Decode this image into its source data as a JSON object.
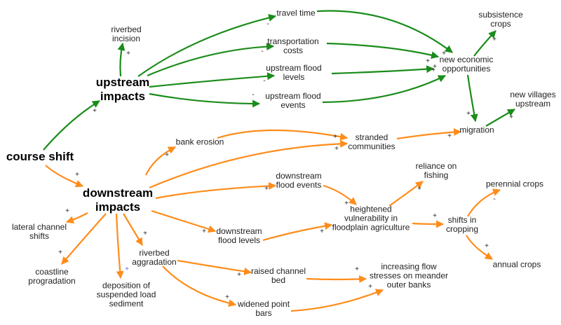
{
  "colors": {
    "upstream": "#1a8c1a",
    "downstream": "#ff8c1a",
    "text": "#222222"
  },
  "nodes": [
    {
      "id": "course_shift",
      "label": "course shift",
      "major": true
    },
    {
      "id": "upstream_impacts",
      "label": "upstream\nimpacts",
      "major": true
    },
    {
      "id": "downstream_impacts",
      "label": "downstream\nimpacts",
      "major": true
    },
    {
      "id": "riverbed_incision",
      "label": "riverbed\nincision"
    },
    {
      "id": "travel_time",
      "label": "travel time"
    },
    {
      "id": "transportation_costs",
      "label": "transportation\ncosts"
    },
    {
      "id": "upstream_flood_levels",
      "label": "upstream flood\nlevels"
    },
    {
      "id": "upstream_flood_events",
      "label": "upstream flood\nevents"
    },
    {
      "id": "new_economic_opportunities",
      "label": "new economic\nopportunities"
    },
    {
      "id": "subsistence_crops",
      "label": "subsistence\ncrops"
    },
    {
      "id": "new_villages_upstream",
      "label": "new villages\nupstream"
    },
    {
      "id": "migration",
      "label": "migration"
    },
    {
      "id": "bank_erosion",
      "label": "bank erosion"
    },
    {
      "id": "stranded_communities",
      "label": "stranded\ncommunities"
    },
    {
      "id": "downstream_flood_events",
      "label": "downstream\nflood events"
    },
    {
      "id": "reliance_on_fishing",
      "label": "reliance on\nfishing"
    },
    {
      "id": "perennial_crops",
      "label": "perennial crops"
    },
    {
      "id": "heightened_vulnerability",
      "label": "heightened\nvulnerability in\nfloodplain agriculture"
    },
    {
      "id": "shifts_in_cropping",
      "label": "shifts in\ncropping"
    },
    {
      "id": "annual_crops",
      "label": "annual crops"
    },
    {
      "id": "downstream_flood_levels",
      "label": "downstream\nflood levels"
    },
    {
      "id": "lateral_channel_shifts",
      "label": "lateral channel\nshifts"
    },
    {
      "id": "riverbed_aggradation",
      "label": "riverbed\naggradation"
    },
    {
      "id": "coastline_progradation",
      "label": "coastline\nprogradation"
    },
    {
      "id": "deposition",
      "label": "deposition of\nsuspended load\nsediment"
    },
    {
      "id": "raised_channel_bed",
      "label": "raised channel\nbed"
    },
    {
      "id": "increasing_flow_stresses",
      "label": "increasing flow\nstresses on meander\nouter banks"
    },
    {
      "id": "widened_point_bars",
      "label": "widened point\nbars"
    }
  ],
  "links": [
    {
      "from": "course_shift",
      "to": "upstream_impacts",
      "polarity": "+",
      "group": "upstream"
    },
    {
      "from": "course_shift",
      "to": "downstream_impacts",
      "polarity": "+",
      "group": "downstream"
    },
    {
      "from": "upstream_impacts",
      "to": "riverbed_incision",
      "polarity": "+",
      "group": "upstream"
    },
    {
      "from": "upstream_impacts",
      "to": "travel_time",
      "polarity": "-",
      "group": "upstream"
    },
    {
      "from": "upstream_impacts",
      "to": "transportation_costs",
      "polarity": "-",
      "group": "upstream"
    },
    {
      "from": "upstream_impacts",
      "to": "upstream_flood_levels",
      "polarity": "-",
      "group": "upstream"
    },
    {
      "from": "upstream_impacts",
      "to": "upstream_flood_events",
      "polarity": "-",
      "group": "upstream"
    },
    {
      "from": "travel_time",
      "to": "new_economic_opportunities",
      "polarity": "+",
      "group": "upstream"
    },
    {
      "from": "transportation_costs",
      "to": "new_economic_opportunities",
      "polarity": "+",
      "group": "upstream"
    },
    {
      "from": "upstream_flood_levels",
      "to": "new_economic_opportunities",
      "polarity": "+",
      "group": "upstream"
    },
    {
      "from": "upstream_flood_events",
      "to": "new_economic_opportunities",
      "polarity": "+",
      "group": "upstream"
    },
    {
      "from": "new_economic_opportunities",
      "to": "subsistence_crops",
      "polarity": "+",
      "group": "upstream"
    },
    {
      "from": "new_economic_opportunities",
      "to": "migration",
      "polarity": "+",
      "group": "upstream"
    },
    {
      "from": "migration",
      "to": "new_villages_upstream",
      "polarity": "+",
      "group": "upstream"
    },
    {
      "from": "downstream_impacts",
      "to": "bank_erosion",
      "polarity": "+",
      "group": "downstream"
    },
    {
      "from": "bank_erosion",
      "to": "stranded_communities",
      "polarity": "+",
      "group": "downstream"
    },
    {
      "from": "downstream_impacts",
      "to": "stranded_communities",
      "polarity": "+",
      "group": "downstream"
    },
    {
      "from": "stranded_communities",
      "to": "migration",
      "polarity": "+",
      "group": "downstream"
    },
    {
      "from": "downstream_impacts",
      "to": "downstream_flood_events",
      "polarity": "+",
      "group": "downstream"
    },
    {
      "from": "downstream_impacts",
      "to": "downstream_flood_levels",
      "polarity": "+",
      "group": "downstream"
    },
    {
      "from": "downstream_flood_events",
      "to": "heightened_vulnerability",
      "polarity": "+",
      "group": "downstream"
    },
    {
      "from": "downstream_flood_levels",
      "to": "heightened_vulnerability",
      "polarity": "+",
      "group": "downstream"
    },
    {
      "from": "heightened_vulnerability",
      "to": "reliance_on_fishing",
      "polarity": "+",
      "group": "downstream"
    },
    {
      "from": "heightened_vulnerability",
      "to": "shifts_in_cropping",
      "polarity": "+",
      "group": "downstream"
    },
    {
      "from": "shifts_in_cropping",
      "to": "perennial_crops",
      "polarity": "-",
      "group": "downstream"
    },
    {
      "from": "shifts_in_cropping",
      "to": "annual_crops",
      "polarity": "+",
      "group": "downstream"
    },
    {
      "from": "downstream_impacts",
      "to": "lateral_channel_shifts",
      "polarity": "+",
      "group": "downstream"
    },
    {
      "from": "downstream_impacts",
      "to": "coastline_progradation",
      "polarity": "+",
      "group": "downstream"
    },
    {
      "from": "downstream_impacts",
      "to": "deposition",
      "polarity": "+",
      "group": "downstream"
    },
    {
      "from": "downstream_impacts",
      "to": "riverbed_aggradation",
      "polarity": "+",
      "group": "downstream"
    },
    {
      "from": "riverbed_aggradation",
      "to": "raised_channel_bed",
      "polarity": "+",
      "group": "downstream"
    },
    {
      "from": "riverbed_aggradation",
      "to": "widened_point_bars",
      "polarity": "+",
      "group": "downstream"
    },
    {
      "from": "raised_channel_bed",
      "to": "increasing_flow_stresses",
      "polarity": "+",
      "group": "downstream"
    },
    {
      "from": "widened_point_bars",
      "to": "increasing_flow_stresses",
      "polarity": "+",
      "group": "downstream"
    }
  ]
}
